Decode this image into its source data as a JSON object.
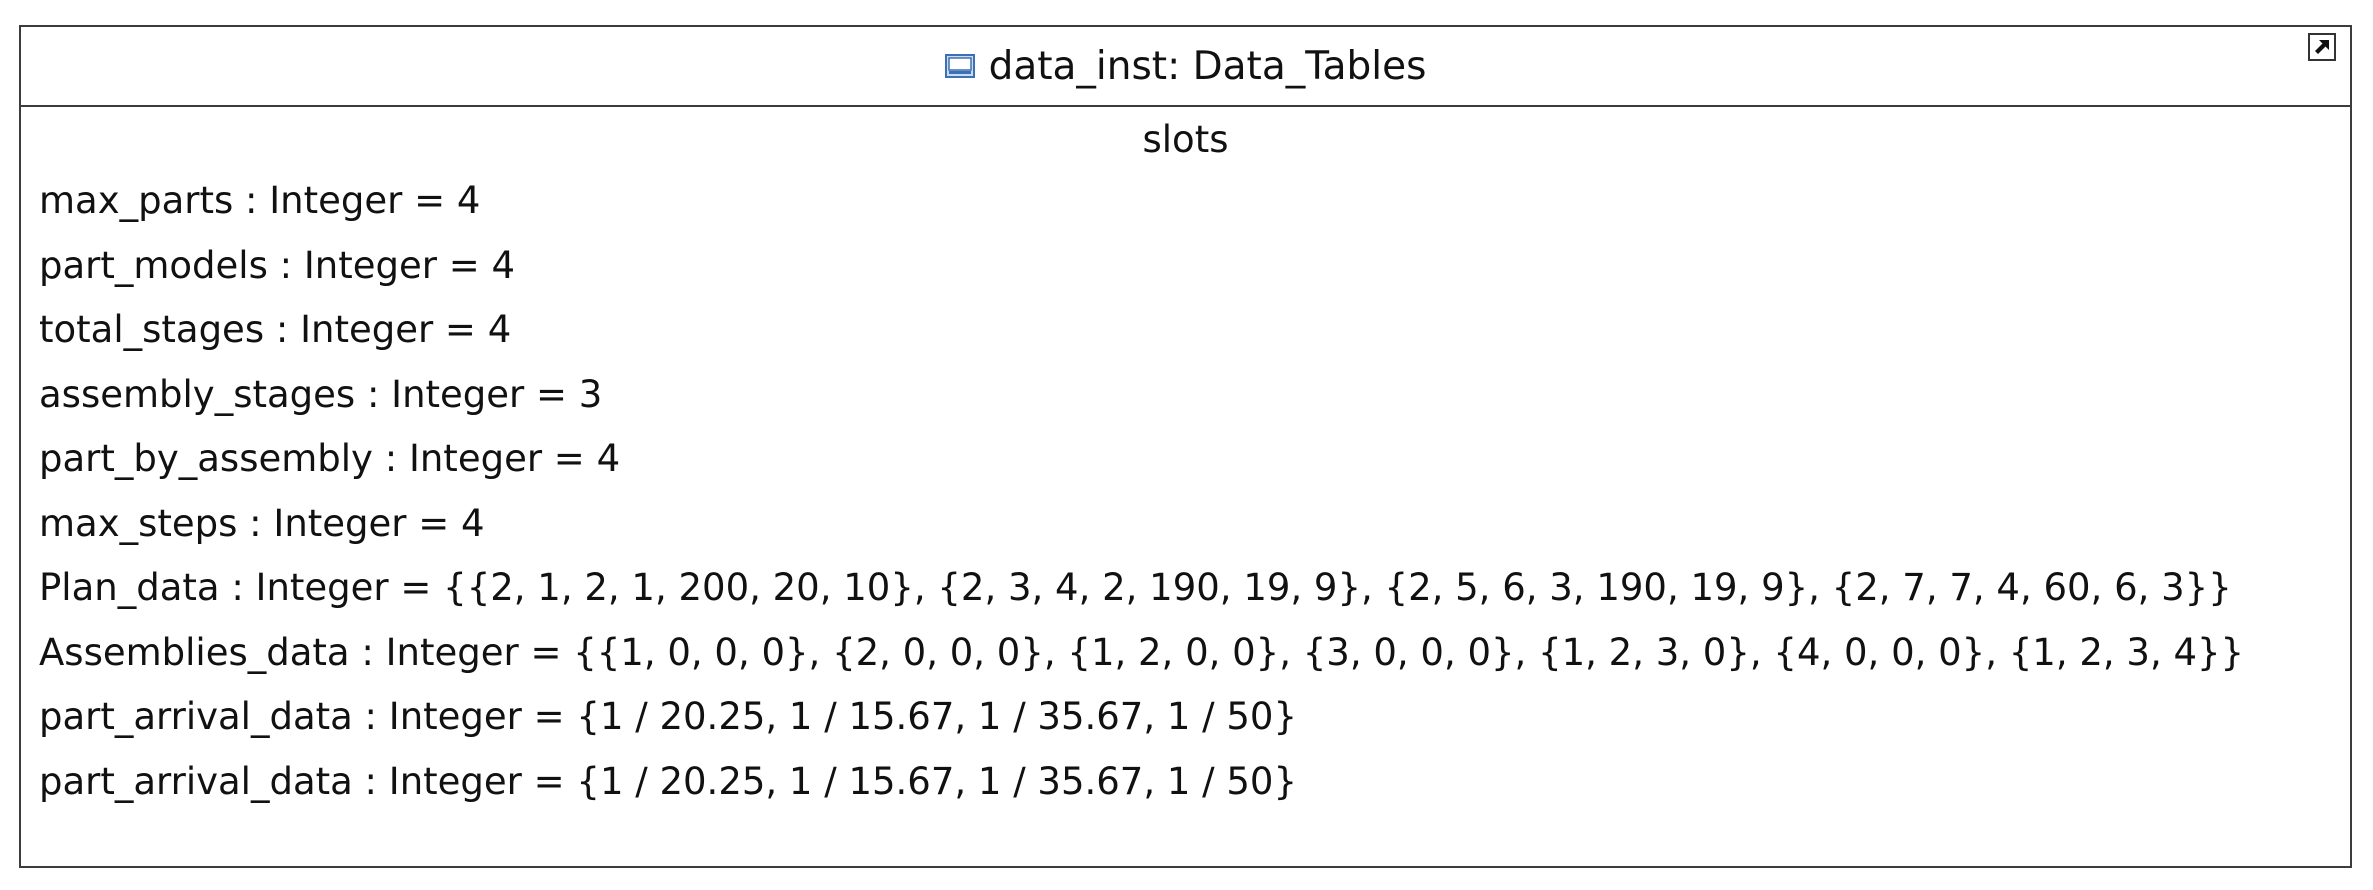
{
  "instance": {
    "title": "data_inst: Data_Tables",
    "icon": "instance-specification-icon",
    "collapse_icon": "expand-arrow-icon"
  },
  "compartment": {
    "title": "slots",
    "slots": [
      "max_parts : Integer = 4",
      "part_models : Integer = 4",
      "total_stages : Integer = 4",
      "assembly_stages : Integer = 3",
      "part_by_assembly : Integer = 4",
      "max_steps : Integer = 4",
      "Plan_data : Integer = {{2, 1, 2, 1, 200, 20, 10}, {2, 3, 4, 2, 190, 19, 9}, {2, 5, 6, 3, 190, 19, 9}, {2, 7, 7, 4, 60, 6, 3}}",
      "Assemblies_data : Integer = {{1, 0, 0, 0}, {2, 0, 0, 0}, {1, 2, 0, 0}, {3, 0, 0, 0}, {1, 2, 3, 0}, {4, 0, 0, 0}, {1, 2, 3, 4}}",
      "part_arrival_data : Integer = {1 / 20.25, 1 / 15.67, 1 / 35.67, 1 / 50}",
      "part_arrival_data : Integer = {1 / 20.25, 1 / 15.67, 1 / 35.67, 1 / 50}"
    ]
  },
  "colors": {
    "border": "#3c3c3c",
    "icon_blue": "#3b6fb6",
    "icon_light": "#c9dcf2"
  }
}
